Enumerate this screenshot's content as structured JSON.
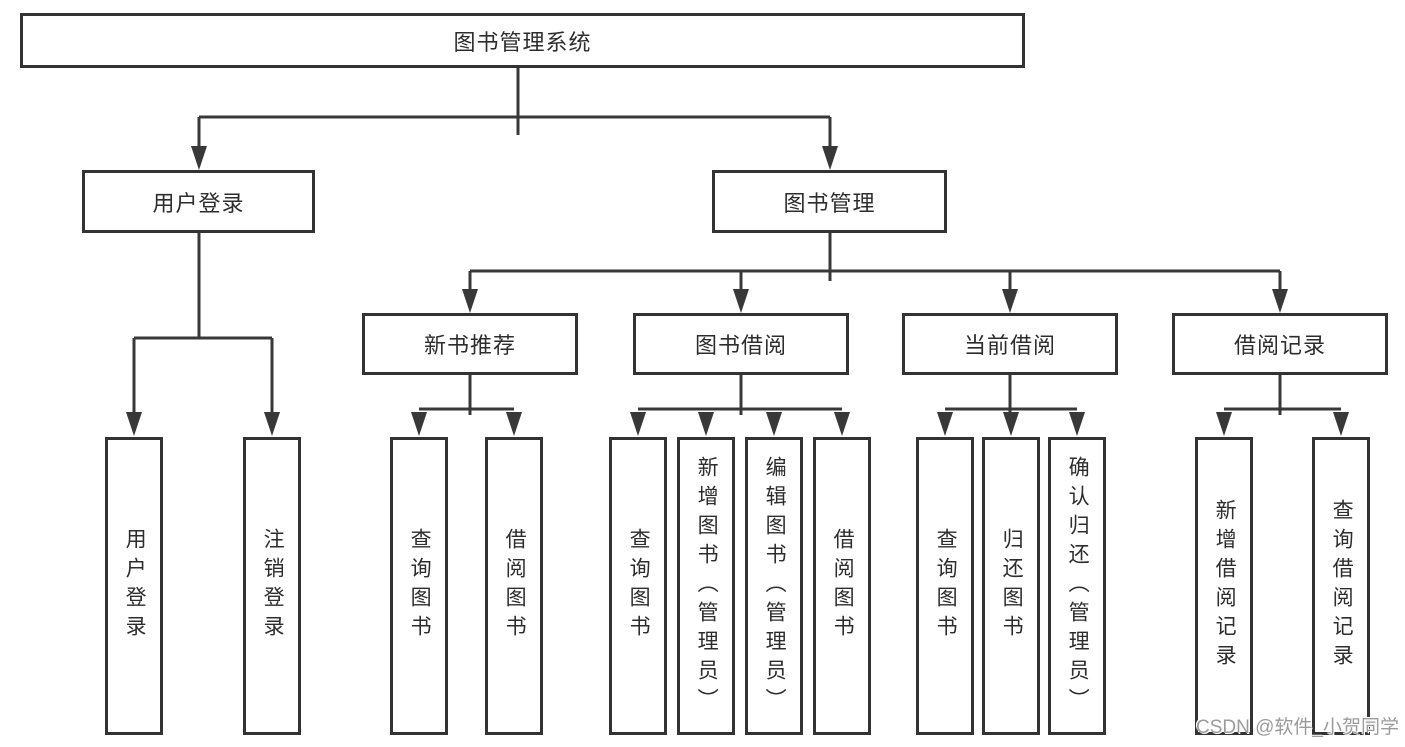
{
  "tree": {
    "root": "图书管理系统",
    "children": [
      {
        "label": "用户登录",
        "children": [
          {
            "label": "用户登录"
          },
          {
            "label": "注销登录"
          }
        ]
      },
      {
        "label": "图书管理",
        "children": [
          {
            "label": "新书推荐",
            "children": [
              {
                "label": "查询图书"
              },
              {
                "label": "借阅图书"
              }
            ]
          },
          {
            "label": "图书借阅",
            "children": [
              {
                "label": "查询图书"
              },
              {
                "label": "新增图书（管理员）"
              },
              {
                "label": "编辑图书（管理员）"
              },
              {
                "label": "借阅图书"
              }
            ]
          },
          {
            "label": "当前借阅",
            "children": [
              {
                "label": "查询图书"
              },
              {
                "label": "归还图书"
              },
              {
                "label": "确认归还（管理员）"
              }
            ]
          },
          {
            "label": "借阅记录",
            "children": [
              {
                "label": "新增借阅记录"
              },
              {
                "label": "查询借阅记录"
              }
            ]
          }
        ]
      }
    ]
  },
  "watermark": {
    "text": "CSDN @软件_小贺同学"
  },
  "colors": {
    "line": "#383838",
    "box_border": "#333333",
    "box_background": "#ffffff",
    "text": "#2d2d2d",
    "watermark": "#9b9b9b"
  }
}
